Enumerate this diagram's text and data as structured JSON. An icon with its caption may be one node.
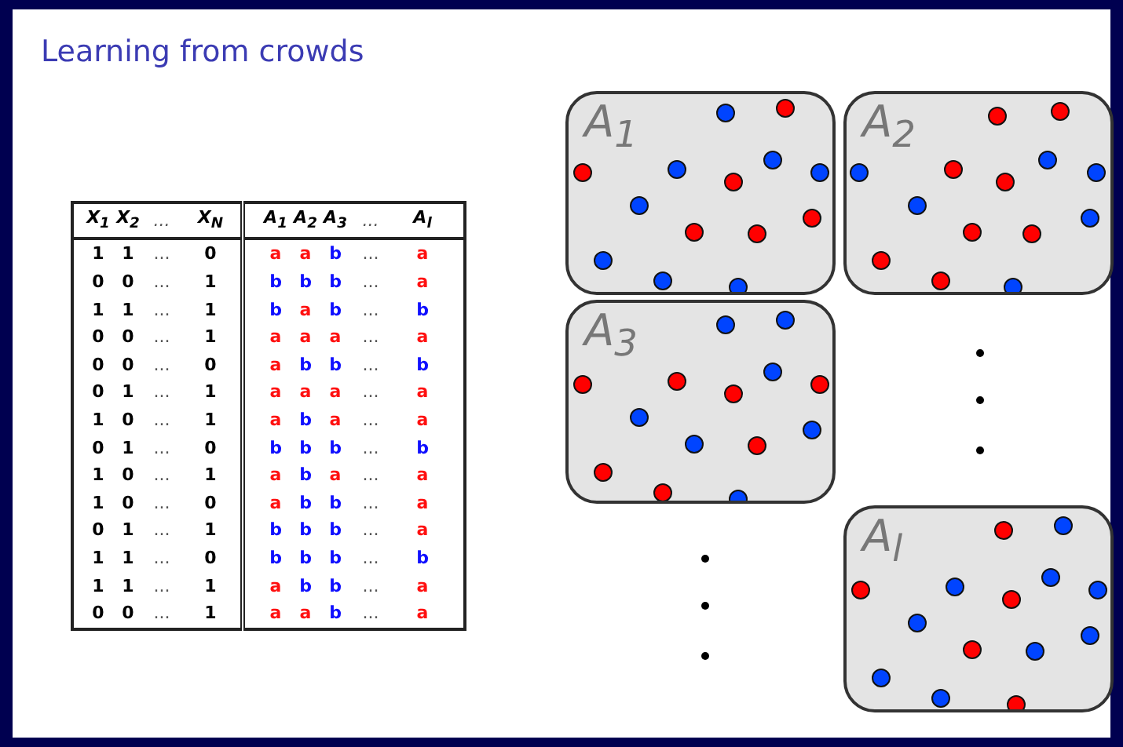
{
  "diagram": {
    "title": "Learning from crowds",
    "nodes": [
      {
        "text": [
          "A$_{1}$"
        ]
      },
      {
        "text": [
          "A$_{2}$"
        ]
      },
      {
        "text": [
          "A$_{3}$"
        ]
      },
      {
        "text": [
          "A$_{l}$"
        ]
      }
    ],
    "labels": [
      "X$_{1}$",
      "X$_{2}$",
      "...",
      "X$_{N}$",
      "A$_{1}$",
      "A$_{2}$",
      "A$_{3}$",
      "...",
      "A$_{l}$",
      "1",
      "1",
      "...",
      "0",
      "a",
      "a",
      "b",
      "...",
      "a",
      "0",
      "0",
      "...",
      "1",
      "b",
      "b",
      "b",
      "...",
      "a",
      "1",
      "1",
      "...",
      "1",
      "b",
      "a",
      "b",
      "...",
      "b",
      "0",
      "0",
      "...",
      "1",
      "a",
      "a",
      "a",
      "...",
      "a",
      "0",
      "0",
      "...",
      "0",
      "a",
      "b",
      "b",
      "...",
      "b",
      "0",
      "1",
      "...",
      "1",
      "a",
      "a",
      "a",
      "...",
      "a",
      "1",
      "0",
      "...",
      "1",
      "a",
      "b",
      "a",
      "...",
      "a",
      "0",
      "1",
      "...",
      "0",
      "b",
      "b",
      "b",
      "...",
      "b",
      "1",
      "0",
      "...",
      "1",
      "a",
      "b",
      "a",
      "...",
      "a",
      "1",
      "0",
      "...",
      "0",
      "a",
      "b",
      "b",
      "...",
      "a",
      "0",
      "1",
      "...",
      "1",
      "b",
      "b",
      "b",
      "...",
      "a",
      "1",
      "1",
      "...",
      "0",
      "b",
      "b",
      "b",
      "...",
      "b",
      "1",
      "1",
      "...",
      "1",
      "a",
      "b",
      "b",
      "...",
      "a",
      "0",
      "0",
      "...",
      "1",
      "a",
      "a",
      "b",
      "...",
      "a"
    ]
  }
}
